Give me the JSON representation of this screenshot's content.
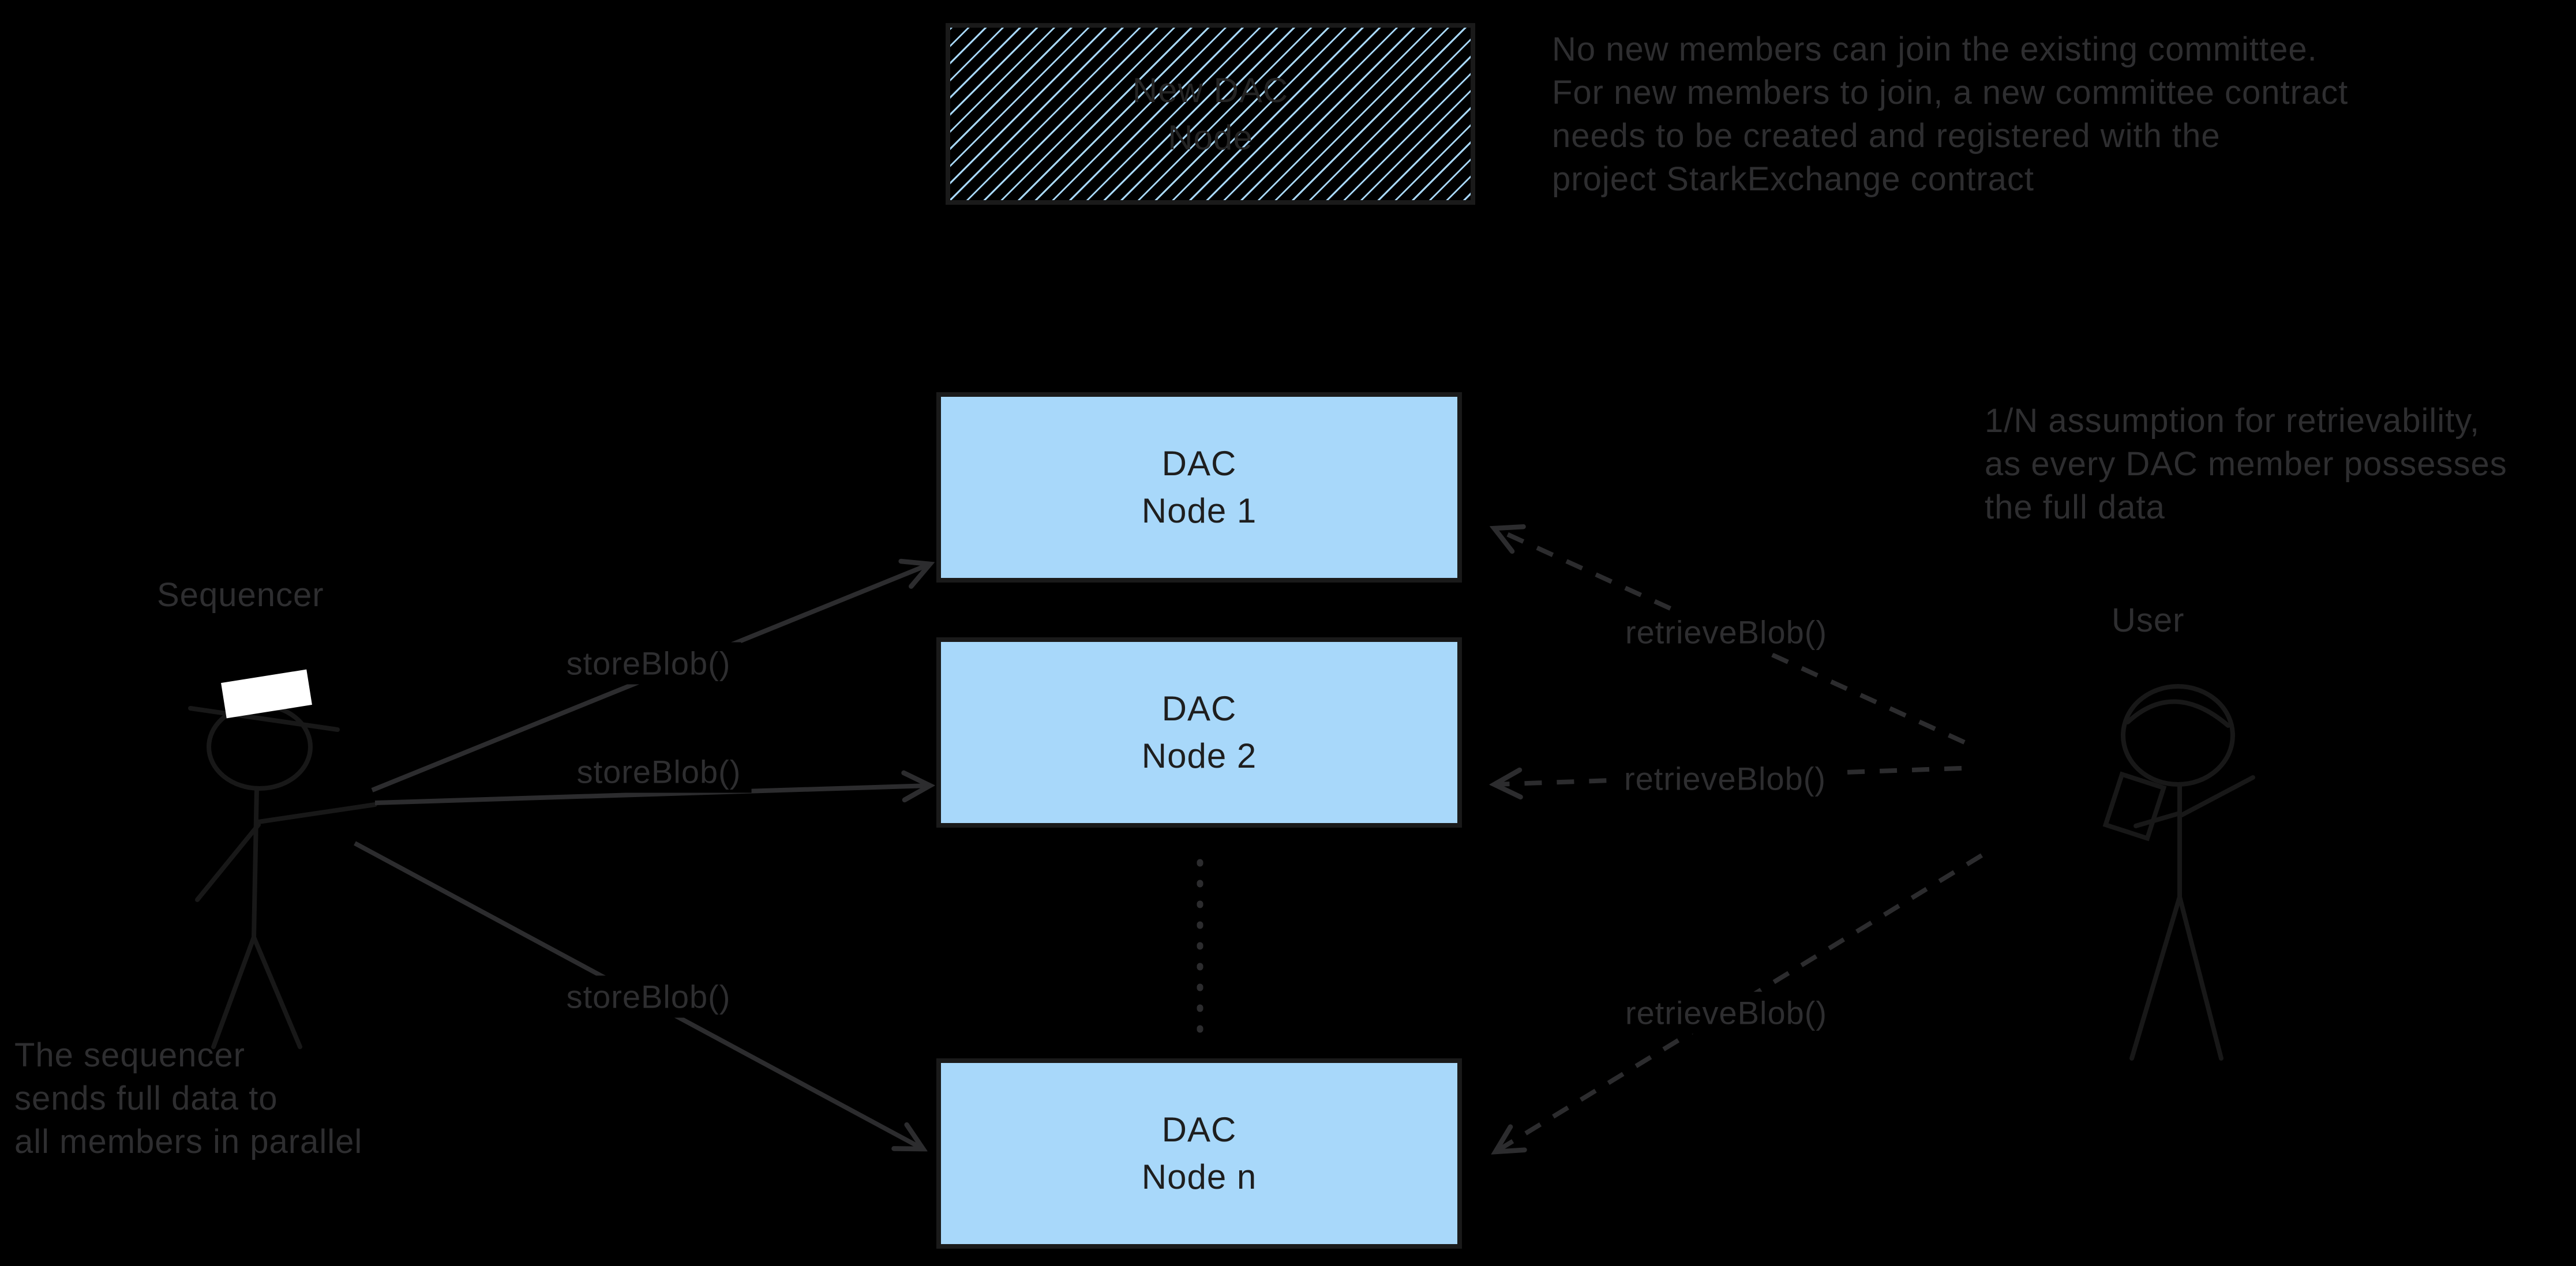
{
  "colors": {
    "background": "#000000",
    "node_fill": "#a8d8fa",
    "node_border": "#1a1a1a",
    "node_text": "#1e1e1e",
    "hatch_stripe": "#a8d8fa",
    "annotation_text": "#2e2e30",
    "arrow": "#2c2c2e",
    "figure": "#181818",
    "hat_white": "#ffffff"
  },
  "nodes": {
    "new_dac": {
      "line1": "New DAC",
      "line2": "Node"
    },
    "node1": {
      "line1": "DAC",
      "line2": "Node 1"
    },
    "node2": {
      "line1": "DAC",
      "line2": "Node 2"
    },
    "noden": {
      "line1": "DAC",
      "line2": "Node n"
    }
  },
  "actors": {
    "sequencer": "Sequencer",
    "user": "User"
  },
  "edges": {
    "store1": "storeBlob()",
    "store2": "storeBlob()",
    "store3": "storeBlob()",
    "retrieve1": "retrieveBlob()",
    "retrieve2": "retrieveBlob()",
    "retrieve3": "retrieveBlob()"
  },
  "annotations": {
    "committee": {
      "lines": [
        "No new members can join the existing committee.",
        "For new members to join, a new committee contract",
        "needs to be created and registered with the",
        "project StarkExchange contract"
      ]
    },
    "retrievability": {
      "lines": [
        "1/N assumption for retrievability,",
        "as every DAC member possesses",
        "the full data"
      ]
    },
    "parallel": {
      "lines": [
        "The sequencer",
        "sends full data to",
        "all members in parallel"
      ]
    }
  }
}
